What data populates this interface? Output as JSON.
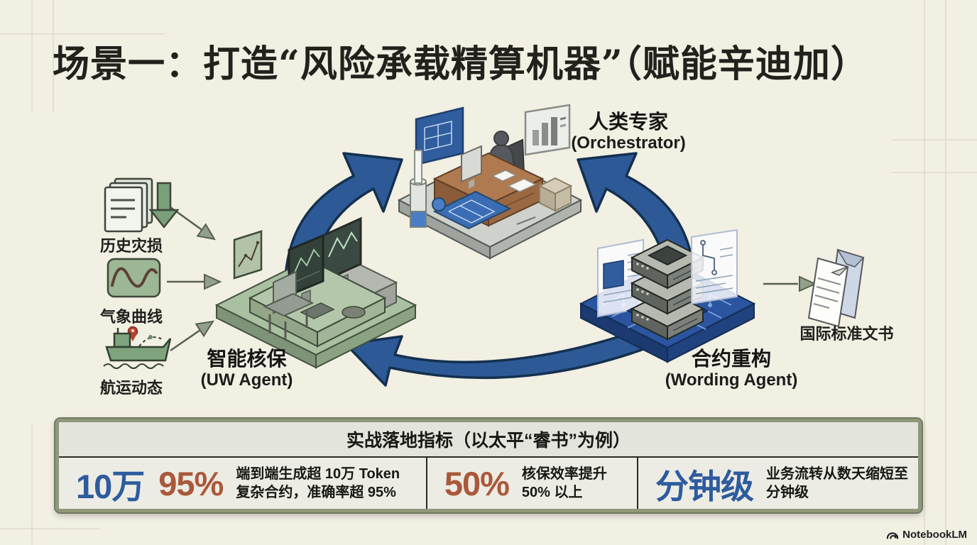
{
  "title": "场景一：打造“风险承载精算机器”（赋能辛迪加）",
  "diagram": {
    "nodes": {
      "orchestrator": {
        "cn": "人类专家",
        "en": "(Orchestrator)"
      },
      "uw_agent": {
        "cn": "智能核保",
        "en": "(UW Agent)"
      },
      "wording_agent": {
        "cn": "合约重构",
        "en": "(Wording Agent)"
      }
    },
    "inputs": [
      {
        "label": "历史灾损",
        "icon": "documents-download-icon"
      },
      {
        "label": "气象曲线",
        "icon": "weather-curve-icon"
      },
      {
        "label": "航运动态",
        "icon": "shipping-route-icon"
      }
    ],
    "output": {
      "label": "国际标准文书",
      "icon": "standard-documents-icon"
    }
  },
  "metrics_table": {
    "header": "实战落地指标（以太平“睿书”为例）",
    "cells": [
      {
        "value1": "10万",
        "value2": "95%",
        "desc1": "端到端生成超 10万 Token",
        "desc2": "复杂合约，准确率超 95%"
      },
      {
        "value1": "50%",
        "desc1": "核保效率提升",
        "desc2": "50% 以上"
      },
      {
        "value1": "分钟级",
        "desc1": "业务流转从数天缩短至",
        "desc2": "分钟级"
      }
    ]
  },
  "watermark": {
    "label": "NotebookLM"
  },
  "colors": {
    "background": "#f2efe3",
    "arrow_navy": "#2d5a96",
    "arrow_outline": "#14304f",
    "metric_blue": "#2d5b9e",
    "metric_rust": "#a9593b",
    "platform_green": "#a9c0a1",
    "platform_gray": "#ced1cc",
    "platform_blue": "#2b55a0",
    "table_border_green": "#8f987b"
  }
}
